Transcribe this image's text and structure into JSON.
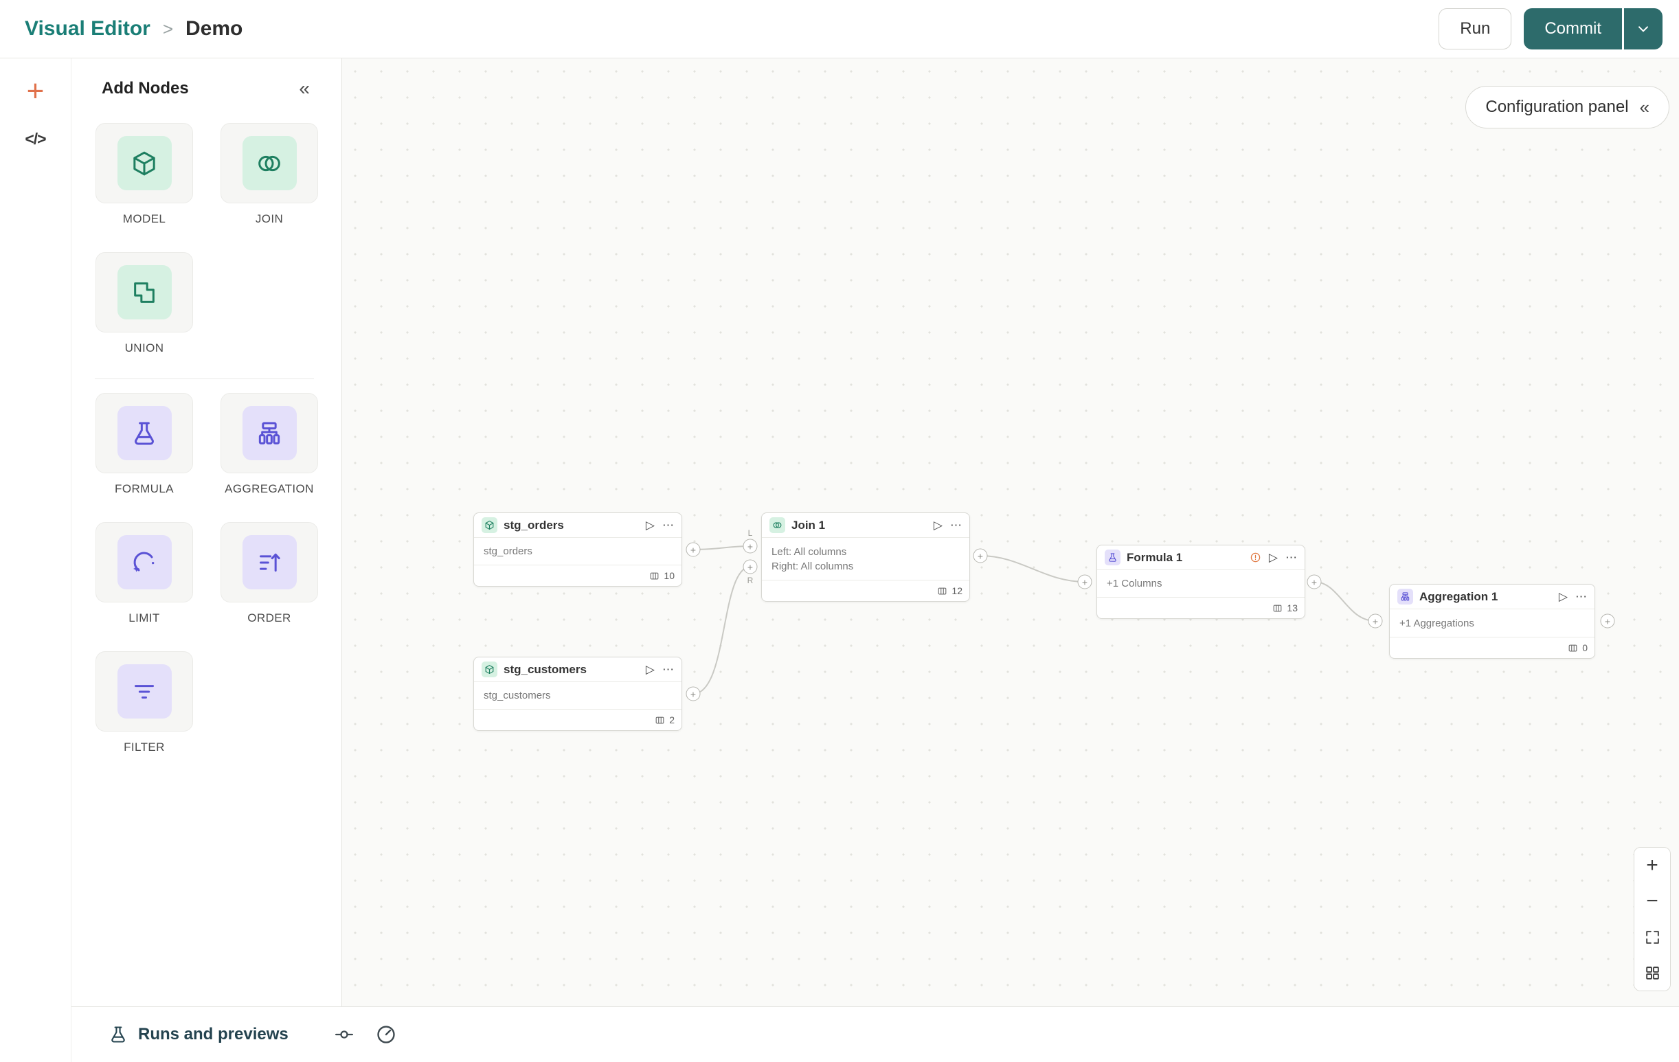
{
  "header": {
    "breadcrumb": {
      "section": "Visual Editor",
      "separator": ">",
      "page": "Demo"
    },
    "run_label": "Run",
    "commit_label": "Commit"
  },
  "rail": {
    "add_glyph": "+",
    "code_glyph": "</>"
  },
  "sidebar": {
    "title": "Add Nodes",
    "collapse_glyph": "«",
    "tiles": [
      {
        "label": "MODEL"
      },
      {
        "label": "JOIN"
      },
      {
        "label": "UNION"
      },
      {
        "label": "FORMULA"
      },
      {
        "label": "AGGREGATION"
      },
      {
        "label": "LIMIT"
      },
      {
        "label": "ORDER"
      },
      {
        "label": "FILTER"
      }
    ]
  },
  "canvas": {
    "config_panel": {
      "label": "Configuration panel",
      "collapse_glyph": "«"
    },
    "nodes": {
      "stg_orders": {
        "title": "stg_orders",
        "body": "stg_orders",
        "column_count": "10"
      },
      "stg_customers": {
        "title": "stg_customers",
        "body": "stg_customers",
        "column_count": "2"
      },
      "join": {
        "title": "Join 1",
        "left_line": "Left: All columns",
        "right_line": "Right: All columns",
        "column_count": "12"
      },
      "formula": {
        "title": "Formula 1",
        "body": "+1 Columns",
        "column_count": "13"
      },
      "aggregation": {
        "title": "Aggregation 1",
        "body": "+1 Aggregations",
        "column_count": "0"
      }
    },
    "ports": {
      "plus": "+",
      "left_label": "L",
      "right_label": "R"
    },
    "zoom": {
      "zoom_in": "+",
      "zoom_out": "−"
    }
  },
  "bottom_bar": {
    "runs_label": "Runs and previews"
  },
  "glyphs": {
    "play": "▷",
    "menu": "⋯"
  },
  "colors": {
    "link_teal": "#1a7e76",
    "commit_teal": "#2d6b6b",
    "orange": "#e0714b",
    "green_icon": "#1e7f60",
    "green_bg": "#d6f1e2",
    "purple_icon": "#5a52d5",
    "purple_bg": "#e4e0fa"
  }
}
